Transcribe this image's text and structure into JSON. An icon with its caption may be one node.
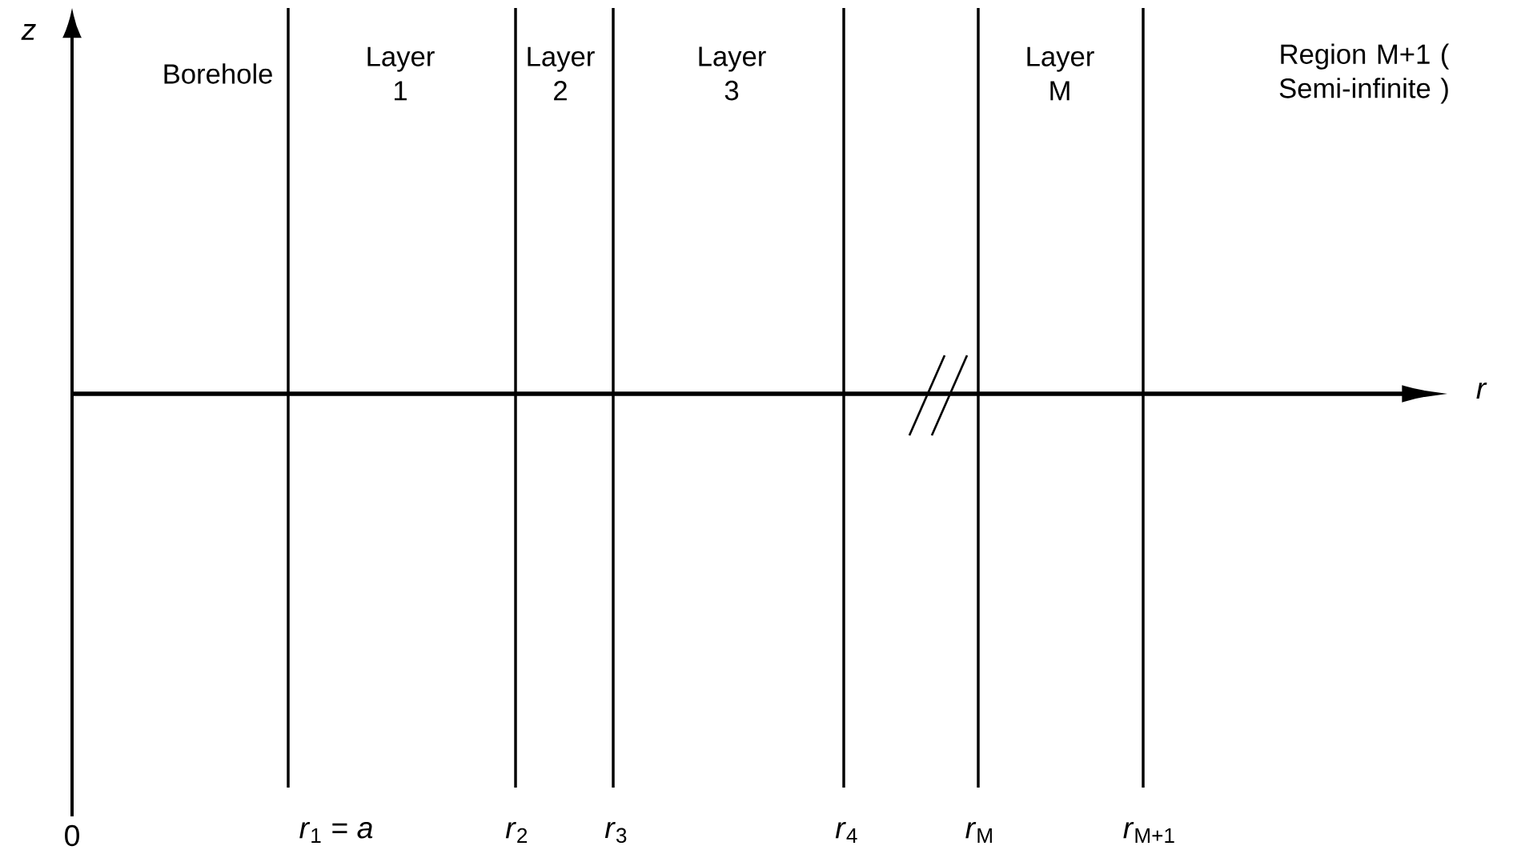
{
  "diagram": {
    "labels": [
      "z",
      "Borehole",
      "Layer 1",
      "Layer 2",
      "Layer 3",
      "Layer M",
      "Region M+1 ( Semi-infinite )",
      "r",
      "0",
      "*r*$_{1}$ = *a*",
      "*r*$_{2}$",
      "*r*$_{3}$",
      "*r*$_{4}$",
      "*r*$_{M}$",
      "*r*$_{M+1}$"
    ]
  }
}
